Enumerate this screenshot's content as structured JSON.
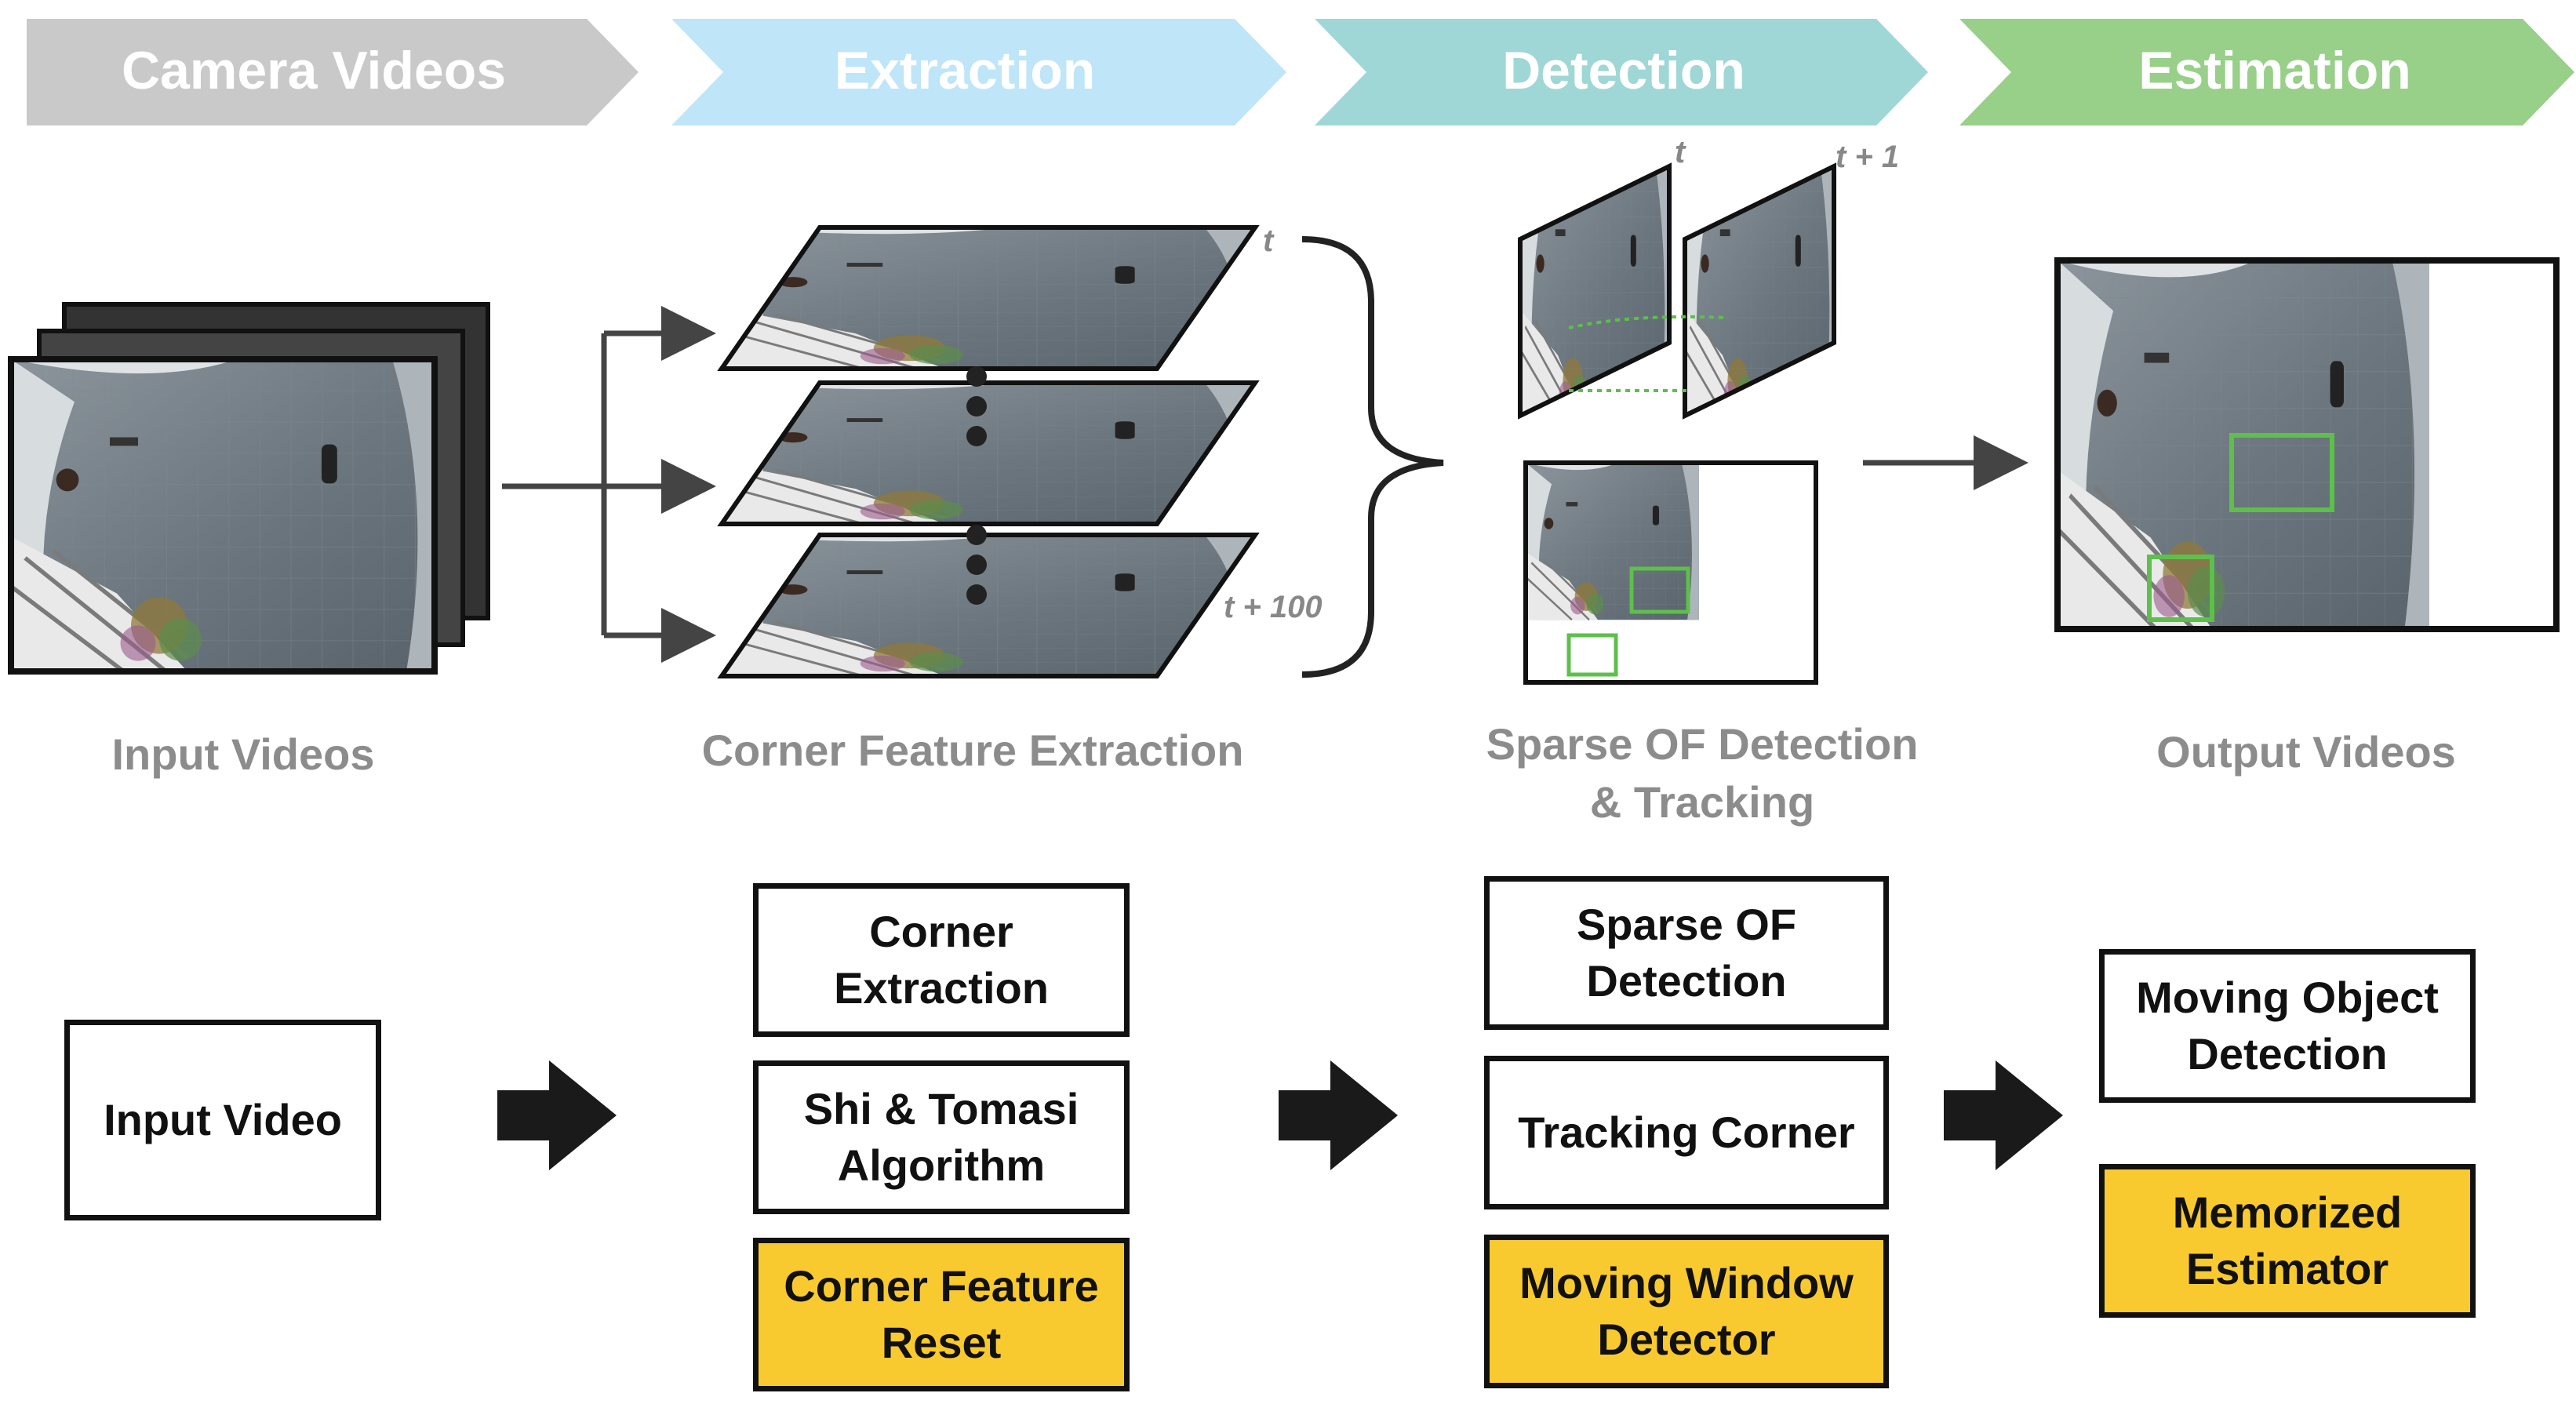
{
  "colors": {
    "stage1": "#c9c9c9",
    "stage2": "#bfe5f8",
    "stage3": "#9fd7d6",
    "stage4": "#98cf89",
    "yellow": "#f9ca2f",
    "frame_floor": "#5f6971",
    "feature_box": "#5cc04a"
  },
  "stages": [
    {
      "label": "Camera Videos"
    },
    {
      "label": "Extraction"
    },
    {
      "label": "Detection"
    },
    {
      "label": "Estimation"
    }
  ],
  "captions": {
    "input": "Input Videos",
    "corner": "Corner Feature Extraction",
    "sparse_line1": "Sparse OF Detection",
    "sparse_line2": "& Tracking",
    "output": "Output Videos"
  },
  "frame_labels": {
    "t": "t",
    "t100": "t + 100",
    "det_t": "t",
    "det_t1": "t + 1"
  },
  "blocks": {
    "input_video": "Input Video",
    "corner_extraction": "Corner\nExtraction",
    "shi_tomasi": "Shi & Tomasi\nAlgorithm",
    "corner_reset": "Corner Feature\nReset",
    "sparse_of": "Sparse OF\nDetection",
    "tracking_corner": "Tracking Corner",
    "moving_window": "Moving Window\nDetector",
    "moving_object": "Moving Object\nDetection",
    "memorized": "Memorized\nEstimator"
  }
}
